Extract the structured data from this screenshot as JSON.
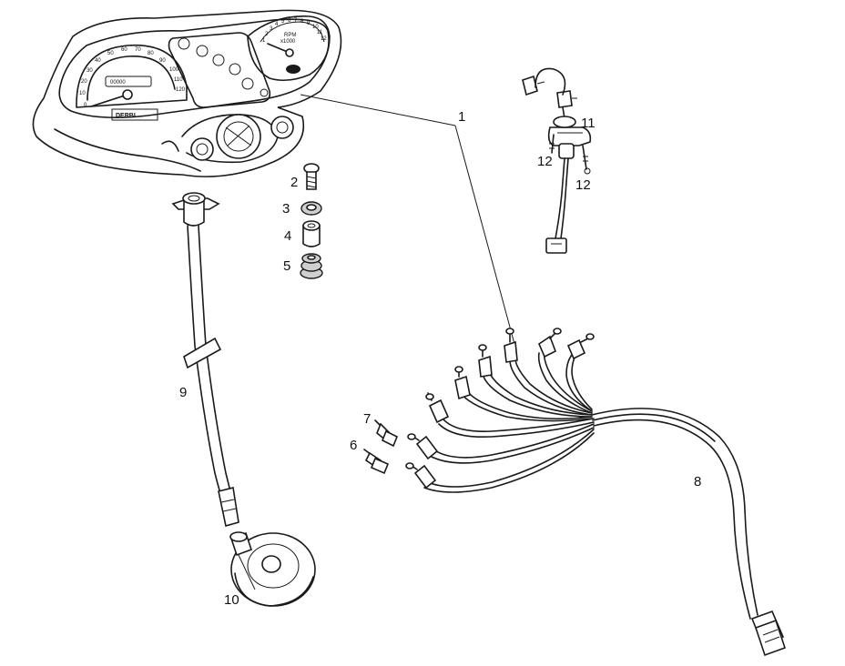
{
  "callouts": {
    "c1": "1",
    "c2": "2",
    "c3": "3",
    "c4": "4",
    "c5": "5",
    "c6": "6",
    "c7": "7",
    "c8": "8",
    "c9": "9",
    "c10": "10",
    "c11": "11",
    "c12a": "12",
    "c12b": "12"
  },
  "speedometer": {
    "ticks": [
      "0",
      "10",
      "20",
      "30",
      "40",
      "50",
      "60",
      "70",
      "80",
      "90",
      "100",
      "110",
      "120"
    ],
    "odometer": "00000",
    "logo": "DERBI"
  },
  "tachometer": {
    "unit_line1": "RPM",
    "unit_line2": "x1000",
    "ticks": [
      "1",
      "2",
      "3",
      "4",
      "5",
      "6",
      "7",
      "8",
      "9",
      "10",
      "11",
      "12"
    ]
  },
  "colors": {
    "line": "#1a1a1a",
    "background": "#ffffff",
    "shade": "#cfcfcf"
  }
}
